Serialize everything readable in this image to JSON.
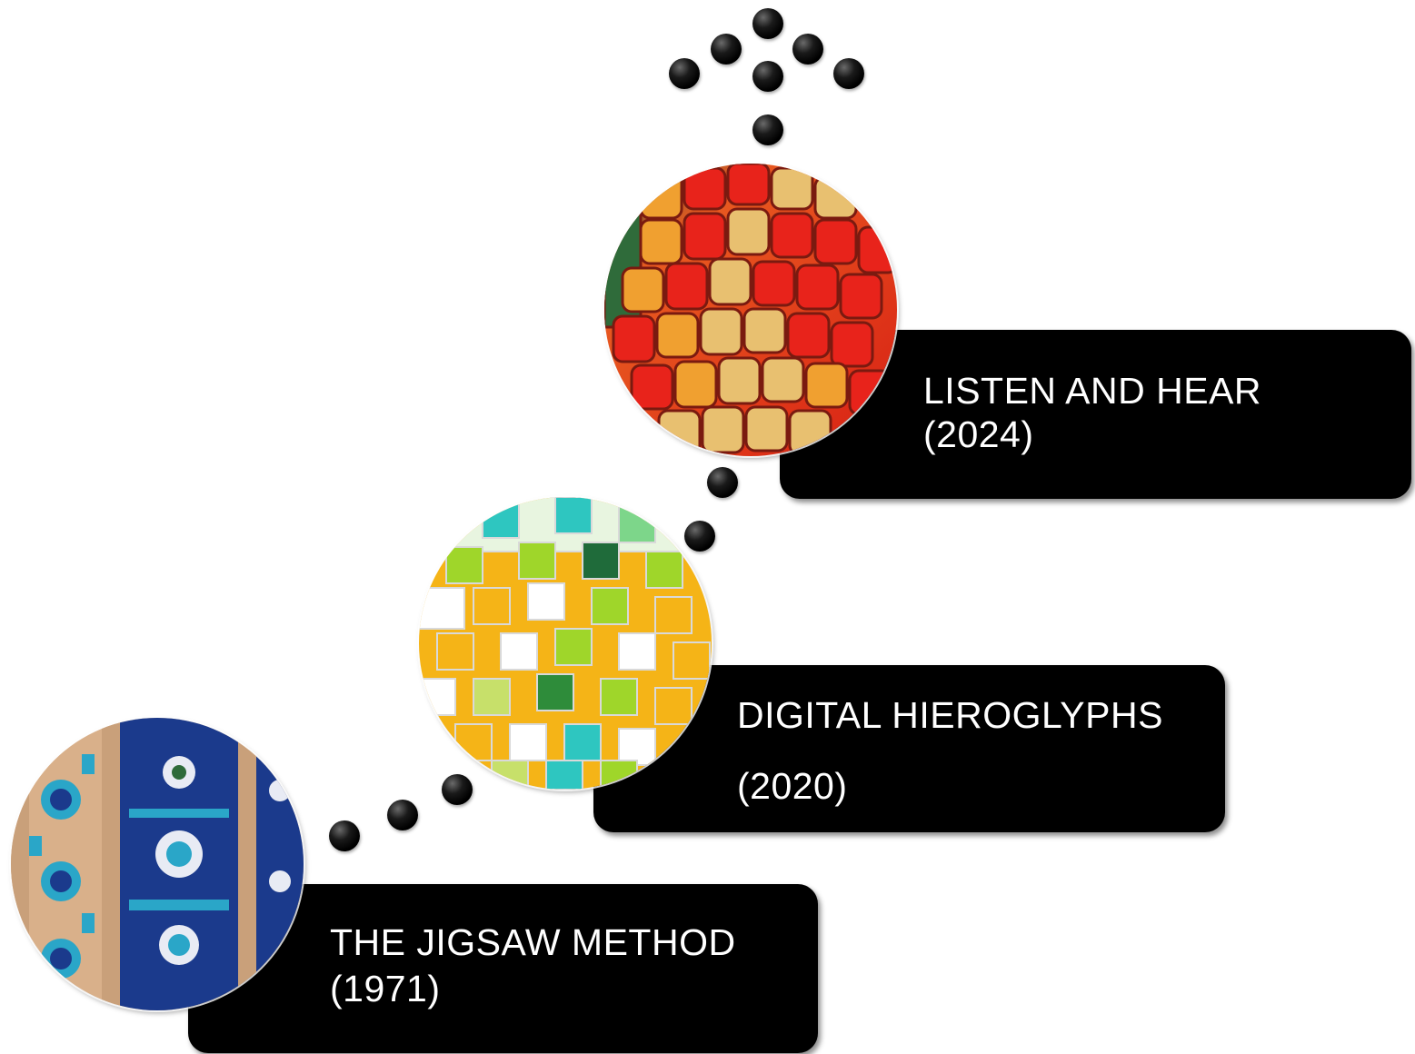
{
  "steps": [
    {
      "label": "LISTEN AND HEAR",
      "year": "(2024)"
    },
    {
      "label": "DIGITAL HIEROGLYPHS",
      "year": "(2020)"
    },
    {
      "label": "THE JIGSAW METHOD",
      "year": "(1971)"
    }
  ],
  "colors": {
    "box": "#000000",
    "text": "#ffffff",
    "dot": "#000000",
    "red_mosaic": [
      "#e8231b",
      "#f0a030",
      "#e8c070",
      "#2f6b3a"
    ],
    "green_mosaic": [
      "#f5b417",
      "#9fd62a",
      "#2ec6c0",
      "#ffffff"
    ],
    "tile_mosaic": [
      "#1b3a8c",
      "#2aa6c8",
      "#d9b08a",
      "#ffffff"
    ]
  }
}
